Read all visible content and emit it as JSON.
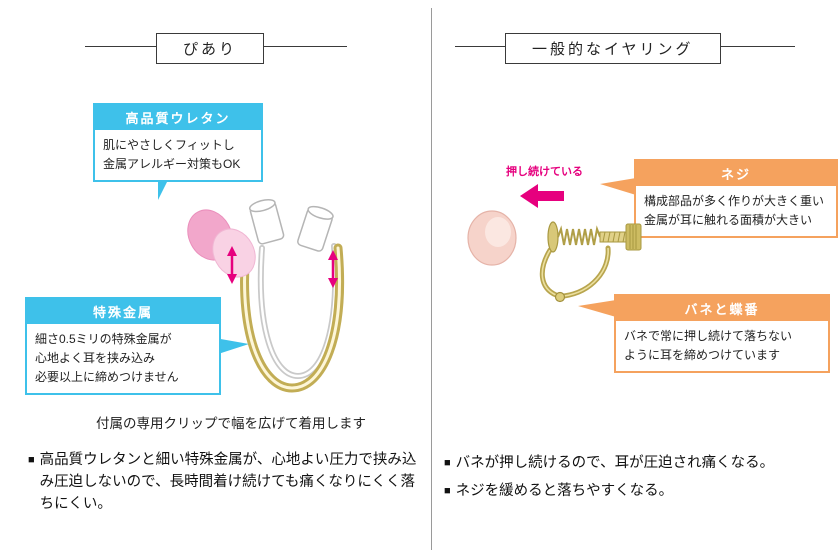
{
  "bullet_marker": "■",
  "colors": {
    "cyan": "#3ec1ea",
    "orange": "#f5a25e",
    "magenta": "#e6007e",
    "gold": "#c2ad55"
  },
  "left": {
    "title": "ぴあり",
    "callout_urethane": {
      "header": "高品質ウレタン",
      "body_lines": {
        "0": "肌にやさしくフィットし",
        "1": "金属アレルギー対策もOK"
      }
    },
    "callout_metal": {
      "header": "特殊金属",
      "body_lines": {
        "0": "細さ0.5ミリの特殊金属が",
        "1": "心地よく耳を挟み込み",
        "2": "必要以上に締めつけません"
      }
    },
    "caption": "付属の専用クリップで幅を広げて着用します",
    "bullets": {
      "0": "高品質ウレタンと細い特殊金属が、心地よい圧力で挟み込み圧迫しないので、長時間着け続けても痛くなりにくく落ちにくい。"
    }
  },
  "right": {
    "title": "一般的なイヤリング",
    "pressing_label": "押し続けている",
    "callout_screw": {
      "header": "ネジ",
      "body_lines": {
        "0": "構成部品が多く作りが大きく重い",
        "1": "金属が耳に触れる面積が大きい"
      }
    },
    "callout_spring": {
      "header": "バネと蝶番",
      "body_lines": {
        "0": "バネで常に押し続けて落ちない",
        "1": "ように耳を締めつけています"
      }
    },
    "bullets": {
      "0": "バネが押し続けるので、耳が圧迫され痛くなる。",
      "1": "ネジを緩めると落ちやすくなる。"
    }
  }
}
